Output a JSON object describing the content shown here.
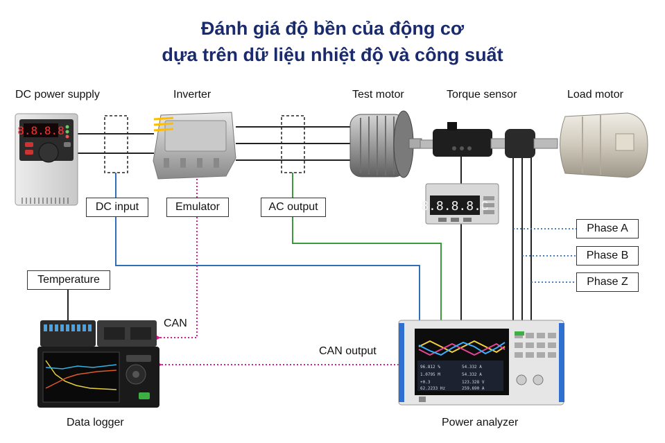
{
  "title": {
    "line1": "Đánh giá độ bền của động cơ",
    "line2": "dựa trên dữ liệu nhiệt độ và công suất"
  },
  "components": {
    "dc_power_supply": "DC power supply",
    "inverter": "Inverter",
    "test_motor": "Test motor",
    "torque_sensor": "Torque sensor",
    "load_motor": "Load motor",
    "data_logger": "Data logger",
    "power_analyzer": "Power analyzer"
  },
  "signals": {
    "dc_input": "DC input",
    "emulator": "Emulator",
    "ac_output": "AC output",
    "temperature": "Temperature",
    "phase_a": "Phase A",
    "phase_b": "Phase B",
    "phase_z": "Phase Z",
    "can": "CAN",
    "can_output": "CAN output"
  },
  "colors": {
    "title": "#1a2b6d",
    "dc_line": "#2f6fb8",
    "ac_line": "#3a9a3a",
    "can_line": "#d81b8c",
    "phase_line": "#2f6fb8"
  }
}
